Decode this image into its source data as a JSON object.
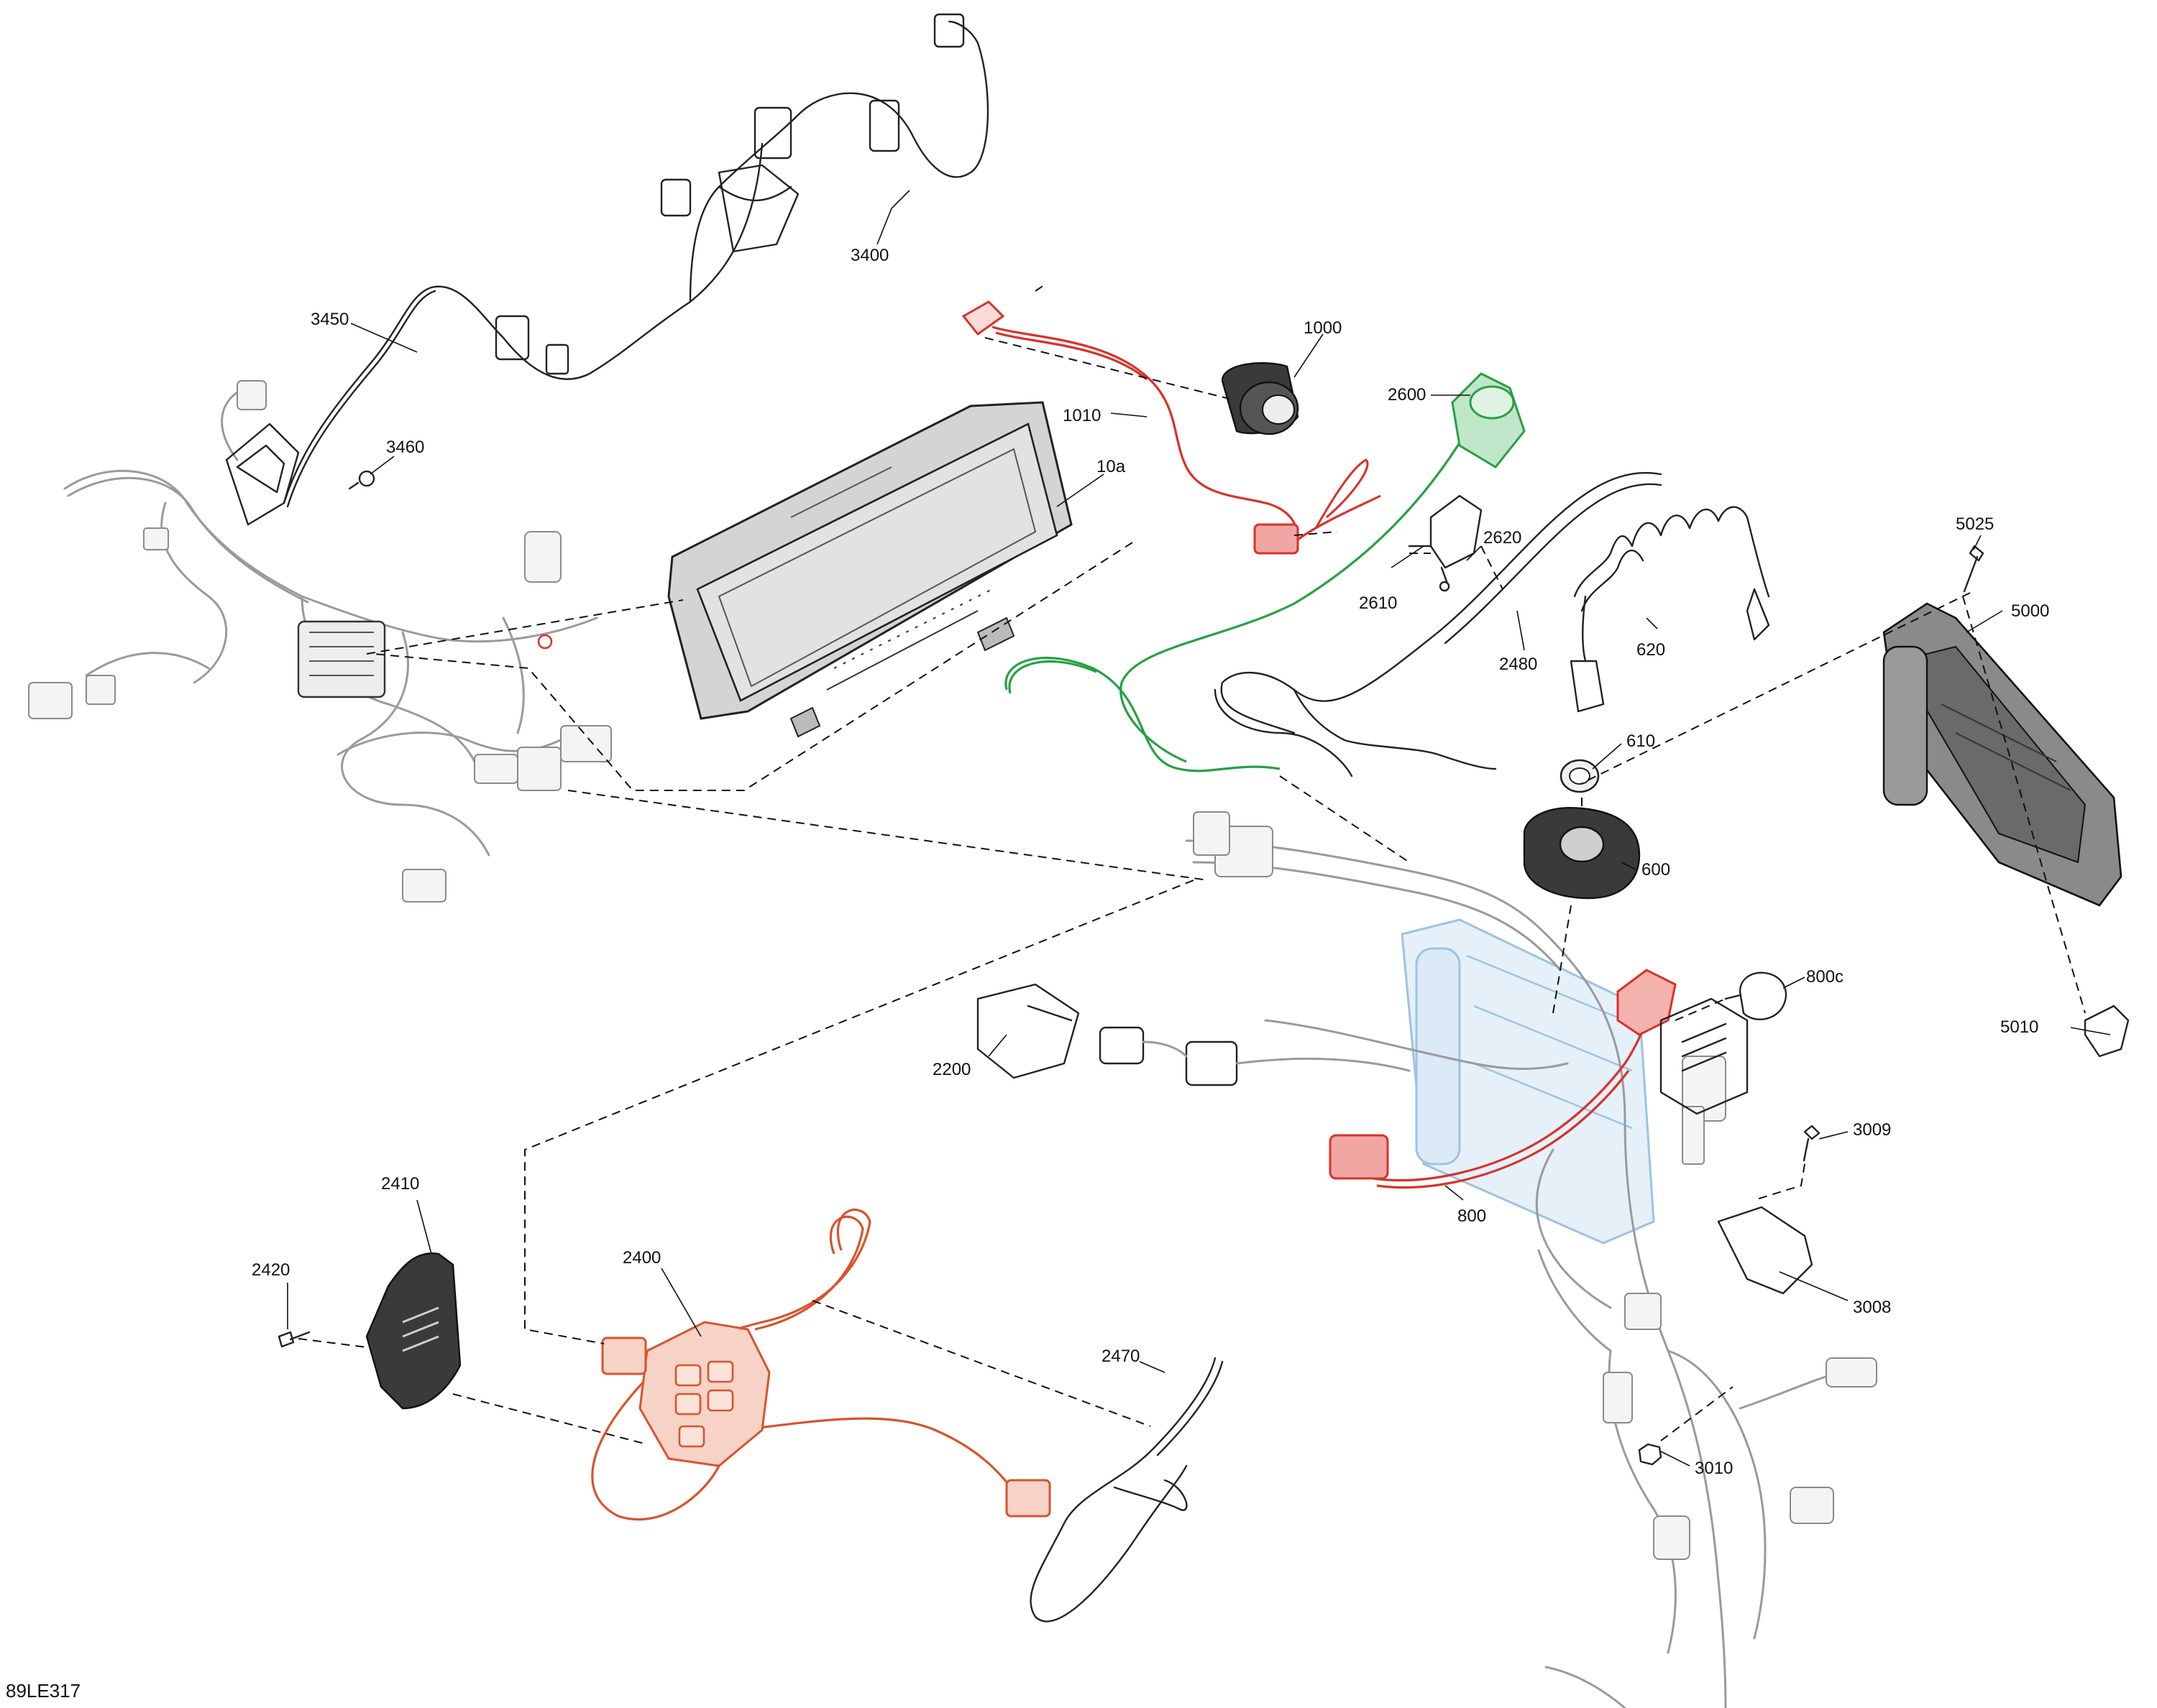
{
  "drawing_id": "89LE317",
  "colors": {
    "line": "#111111",
    "highlight_red": "#d8322a",
    "highlight_orange": "#d9532c",
    "highlight_green": "#27a043",
    "ghost_blue": "#9cc3e4",
    "ghost_grey": "#9a9a9a",
    "cluster_fill": "#e2e2e2"
  },
  "callouts": {
    "c3400": "3400",
    "c3450": "3450",
    "c3460": "3460",
    "c1000": "1000",
    "c1010": "1010",
    "c10a": "10a",
    "c2600": "2600",
    "c2620": "2620",
    "c2610": "2610",
    "c2480": "2480",
    "c620": "620",
    "c5025": "5025",
    "c5000": "5000",
    "c610": "610",
    "c600": "600",
    "c800c": "800c",
    "c5010": "5010",
    "c2200": "2200",
    "c3009": "3009",
    "c800": "800",
    "c2410": "2410",
    "c2420": "2420",
    "c2400": "2400",
    "c3008": "3008",
    "c2470": "2470",
    "c3010": "3010"
  }
}
